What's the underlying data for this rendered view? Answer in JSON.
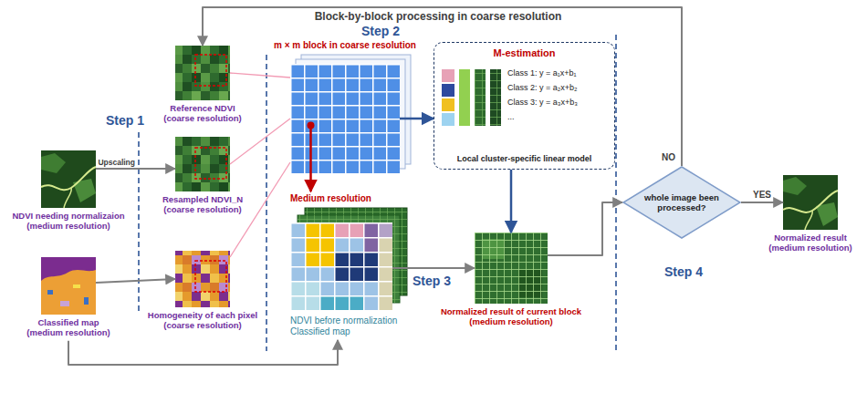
{
  "diagram": {
    "nodes": [
      {
        "text": [
          "NDVI needing normalizaion (medium resolution)"
        ]
      },
      {
        "text": [
          "Classified map (medium resolution)"
        ]
      },
      {
        "text": [
          "Reference NDVI (coarse resolution)"
        ]
      },
      {
        "text": [
          "Resampled NDVI_N (coarse resolution)"
        ]
      },
      {
        "text": [
          "Homogeneity of each pixel (coarse resolution)"
        ]
      },
      {
        "text": [
          "m × m block in coarse resolution"
        ]
      },
      {
        "text": [
          "M-estimation",
          "Class 1: y = a₁x+b₁",
          "Class 2: y = a₂x+b₂",
          "Class 3: y = a₃x+b₃",
          "...",
          "Local cluster-specific linear model"
        ]
      },
      {
        "text": [
          "Medium resolution",
          "NDVI before normalization",
          "Classified map"
        ]
      },
      {
        "text": [
          "Normalized result of current block (medium resolution)"
        ]
      },
      {
        "text": [
          "whole image been processed?"
        ]
      },
      {
        "text": [
          "Normalized result (medium resolution)"
        ]
      }
    ],
    "edges": [
      {
        "from": 0,
        "to": 3,
        "label": "Upscaling",
        "arrow": "to"
      },
      {
        "from": 1,
        "to": 4,
        "arrow": "to"
      },
      {
        "from": 2,
        "to": 5,
        "arrow": "none"
      },
      {
        "from": 3,
        "to": 5,
        "arrow": "none"
      },
      {
        "from": 4,
        "to": 5,
        "arrow": "none"
      },
      {
        "from": 5,
        "to": 6,
        "arrow": "to"
      },
      {
        "from": 5,
        "to": 7,
        "arrow": "to"
      },
      {
        "from": 1,
        "to": 7,
        "arrow": "to"
      },
      {
        "from": 6,
        "to": 8,
        "arrow": "to"
      },
      {
        "from": 7,
        "to": 8,
        "arrow": "to"
      },
      {
        "from": 8,
        "to": 9,
        "arrow": "to"
      },
      {
        "from": 9,
        "to": 10,
        "label": "YES",
        "arrow": "to"
      },
      {
        "from": 9,
        "to": 2,
        "label": "NO",
        "arrow": "to"
      }
    ],
    "labels": [
      "Block-by-block processing in coarse resolution",
      "Step 1",
      "Step 2",
      "Step 3",
      "Step 4"
    ]
  }
}
